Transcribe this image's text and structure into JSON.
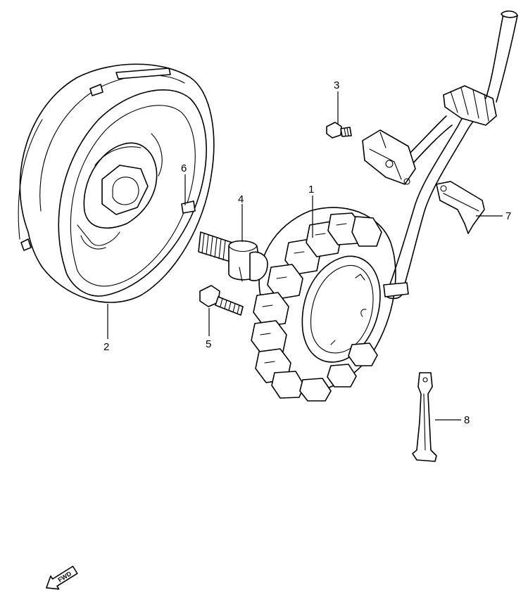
{
  "callouts": [
    {
      "label": "1",
      "part": "stator coil"
    },
    {
      "label": "2",
      "part": "rotor / flywheel"
    },
    {
      "label": "3",
      "part": "screw"
    },
    {
      "label": "4",
      "part": "rotor bolt"
    },
    {
      "label": "5",
      "part": "stator bolt"
    },
    {
      "label": "6",
      "part": "key"
    },
    {
      "label": "7",
      "part": "wire clamp"
    },
    {
      "label": "8",
      "part": "wire guide"
    }
  ],
  "direction_indicator": {
    "label": "FWD"
  },
  "colors": {
    "line": "#000000",
    "background": "#ffffff"
  }
}
